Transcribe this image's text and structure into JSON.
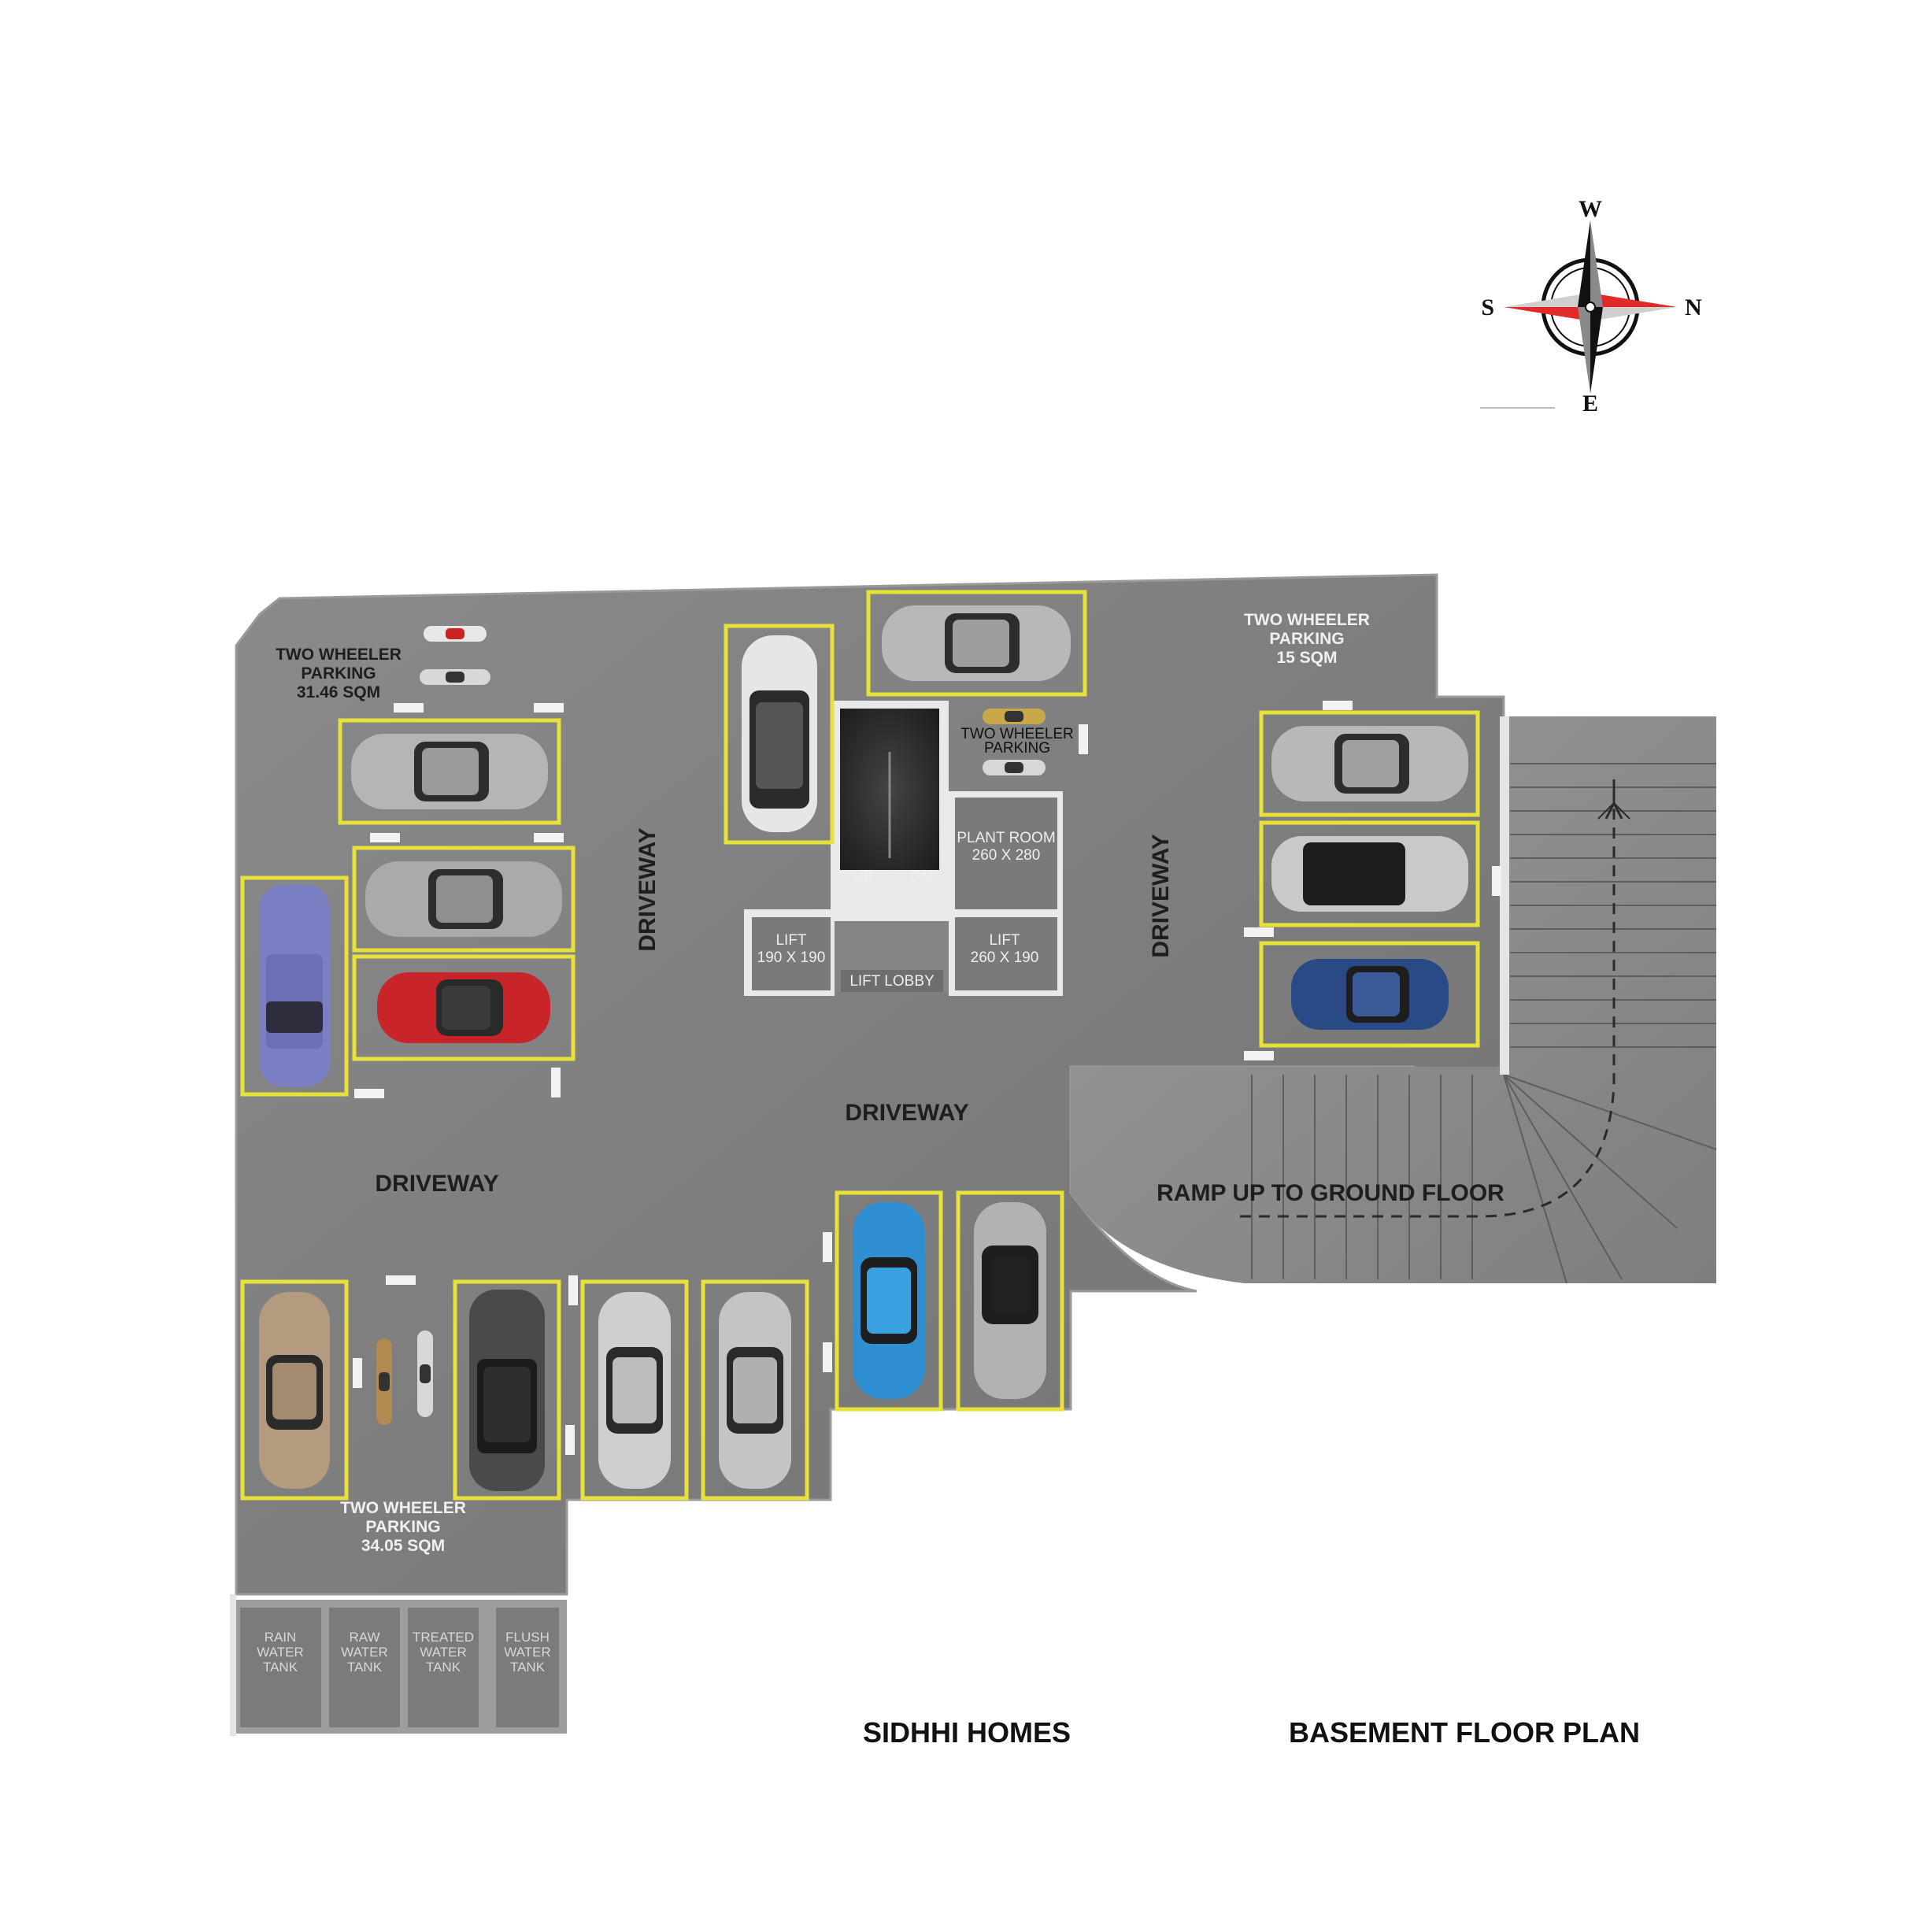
{
  "compass": {
    "north": "N",
    "south": "S",
    "east": "E",
    "west": "W"
  },
  "labels": {
    "tw_left": [
      "TWO WHEELER",
      "PARKING",
      "31.46 SQM"
    ],
    "tw_right": [
      "TWO WHEELER",
      "PARKING",
      "15 SQM"
    ],
    "tw_center": [
      "TWO WHEELER",
      "PARKING"
    ],
    "tw_bottom": [
      "TWO WHEELER",
      "PARKING",
      "34.05 SQM"
    ],
    "driveway": "DRIVEWAY",
    "plant_room": [
      "PLANT ROOM",
      "260 X 280"
    ],
    "lift_left": [
      "LIFT",
      "190 X 190"
    ],
    "lift_right": [
      "LIFT",
      "260 X 190"
    ],
    "lift_lobby": "LIFT LOBBY",
    "up": "UP",
    "dn": "DN",
    "ramp": "RAMP UP TO GROUND FLOOR"
  },
  "tanks": [
    [
      "RAIN",
      "WATER",
      "TANK"
    ],
    [
      "RAW",
      "WATER",
      "TANK"
    ],
    [
      "TREATED",
      "WATER",
      "TANK"
    ],
    [
      "FLUSH",
      "WATER",
      "TANK"
    ]
  ],
  "footer": {
    "brand": "SIDHHI HOMES",
    "plan_title": "BASEMENT FLOOR PLAN"
  },
  "colors": {
    "floor": "#7d7d7d",
    "bay_line": "#e6e23a",
    "stair": "#2b2b2b",
    "white": "#ffffff"
  }
}
